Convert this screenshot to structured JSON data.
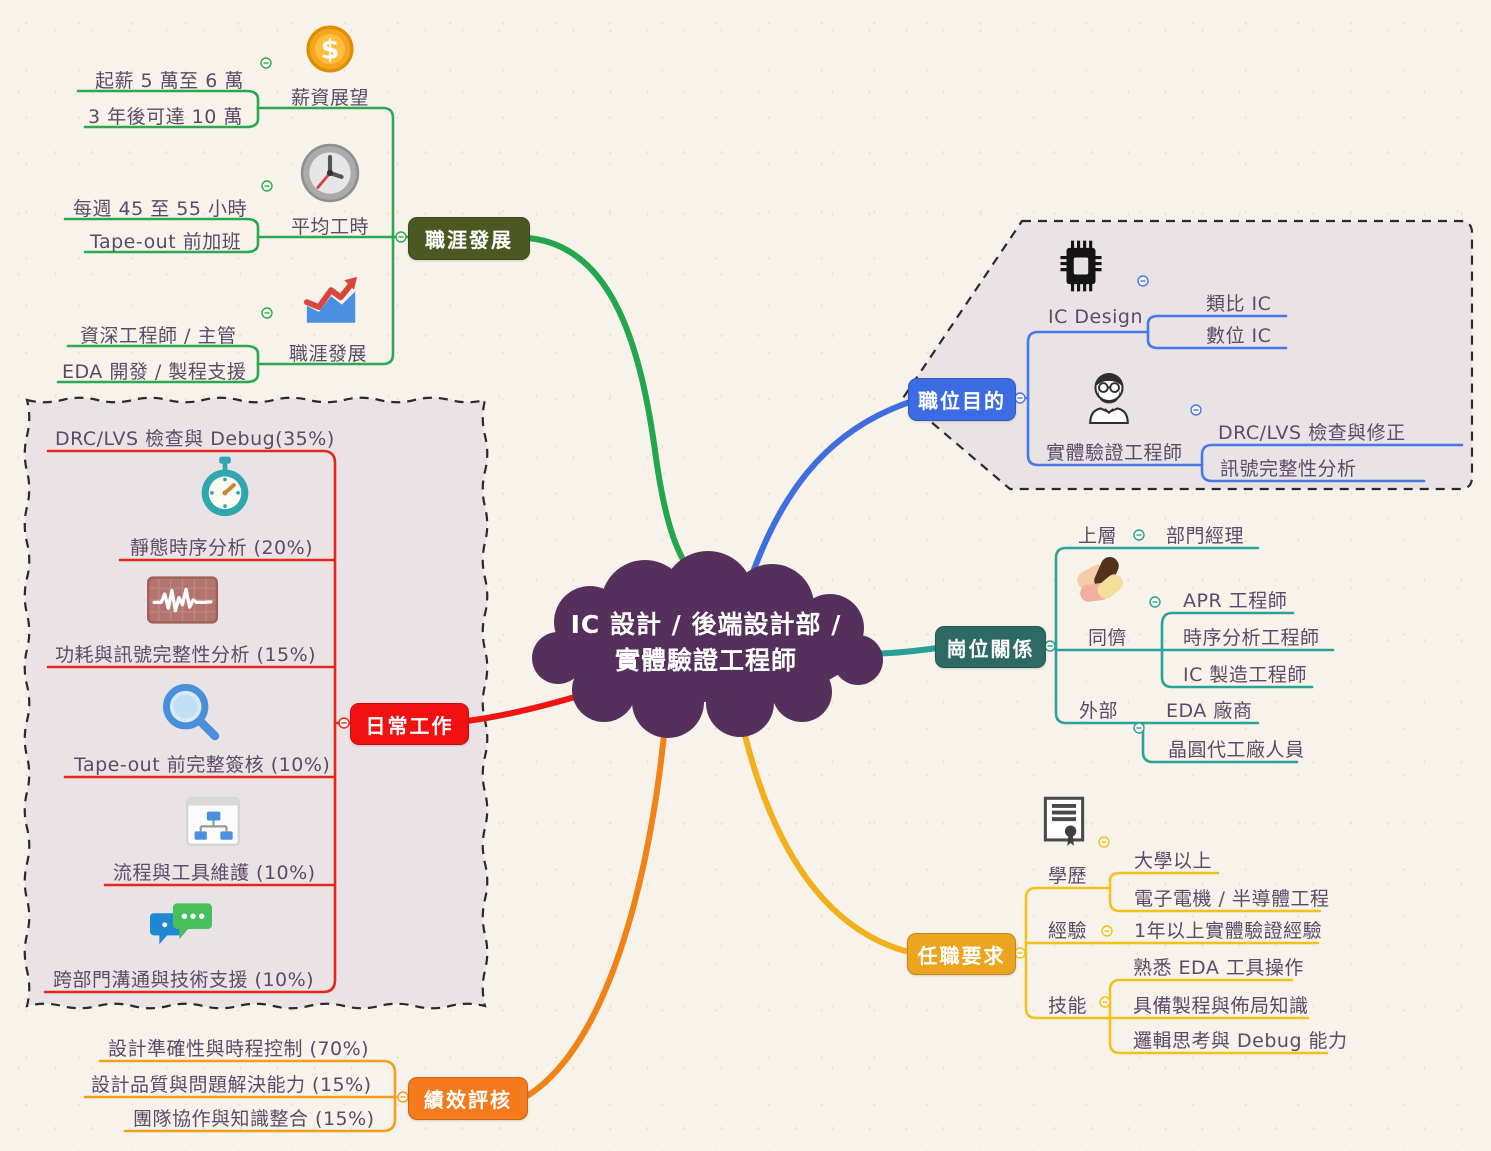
{
  "center": {
    "line1": "IC 設計 / 後端設計部 /",
    "line2": "實體驗證工程師"
  },
  "career": {
    "label": "職涯發展",
    "salary": {
      "label": "薪資展望",
      "icon": "coin-icon",
      "children": [
        "起薪 5 萬至 6 萬",
        "3 年後可達 10 萬"
      ]
    },
    "hours": {
      "label": "平均工時",
      "icon": "clock-icon",
      "children": [
        "每週 45 至 55 小時",
        "Tape-out 前加班"
      ]
    },
    "growth": {
      "label": "職涯發展",
      "icon": "growth-chart-icon",
      "children": [
        "資深工程師 / 主管",
        "EDA 開發 / 製程支援"
      ]
    }
  },
  "daily": {
    "label": "日常工作",
    "items": [
      "DRC/LVS 檢查與 Debug(35%)",
      "靜態時序分析 (20%)",
      "功耗與訊號完整性分析 (15%)",
      "Tape-out 前完整簽核 (10%)",
      "流程與工具維護 (10%)",
      "跨部門溝通與技術支援 (10%)"
    ],
    "icons": [
      "stopwatch-icon",
      "waveform-icon",
      "magnifier-icon",
      "flowchart-icon",
      "chat-icon"
    ]
  },
  "evaluation": {
    "label": "績效評核",
    "items": [
      "設計準確性與時程控制 (70%)",
      "設計品質與問題解決能力 (15%)",
      "團隊協作與知識整合 (15%)"
    ]
  },
  "purpose": {
    "label": "職位目的",
    "ic_design": {
      "label": "IC Design",
      "icon": "chip-icon",
      "children": [
        "類比 IC",
        "數位 IC"
      ]
    },
    "pv_engineer": {
      "label": "實體驗證工程師",
      "icon": "engineer-avatar-icon",
      "children": [
        "DRC/LVS 檢查與修正",
        "訊號完整性分析"
      ]
    }
  },
  "relations": {
    "label": "崗位關係",
    "upper": {
      "label": "上層",
      "children": [
        "部門經理"
      ]
    },
    "peer": {
      "label": "同儕",
      "icon": "hands-together-icon",
      "children": [
        "APR 工程師",
        "時序分析工程師",
        "IC 製造工程師"
      ]
    },
    "external": {
      "label": "外部",
      "children": [
        "EDA 廠商",
        "晶圓代工廠人員"
      ]
    }
  },
  "requirements": {
    "label": "任職要求",
    "education": {
      "label": "學歷",
      "icon": "certificate-icon",
      "children": [
        "大學以上",
        "電子電機 / 半導體工程"
      ]
    },
    "experience": {
      "label": "經驗",
      "children": [
        "1年以上實體驗證經驗"
      ]
    },
    "skills": {
      "label": "技能",
      "children": [
        "熟悉 EDA 工具操作",
        "具備製程與佈局知識",
        "邏輯思考與 Debug 能力"
      ]
    }
  },
  "colors": {
    "background": "#F7F3EB",
    "center_fill": "#56305C",
    "boundary_fill": "#E8E2E4",
    "text": "#5C4A68",
    "career_node": "#4C5822",
    "career_line": "#2CA94F",
    "daily_node": "#F21111",
    "daily_line": "#E6261B",
    "evaluation_node": "#F57A1C",
    "evaluation_line": "#F49E1E",
    "purpose_node": "#3C6CE3",
    "purpose_line": "#4679E6",
    "relations_node": "#2D6A64",
    "relations_line": "#2AA296",
    "requirements_node": "#EDA41F",
    "requirements_line": "#F3C11B"
  }
}
